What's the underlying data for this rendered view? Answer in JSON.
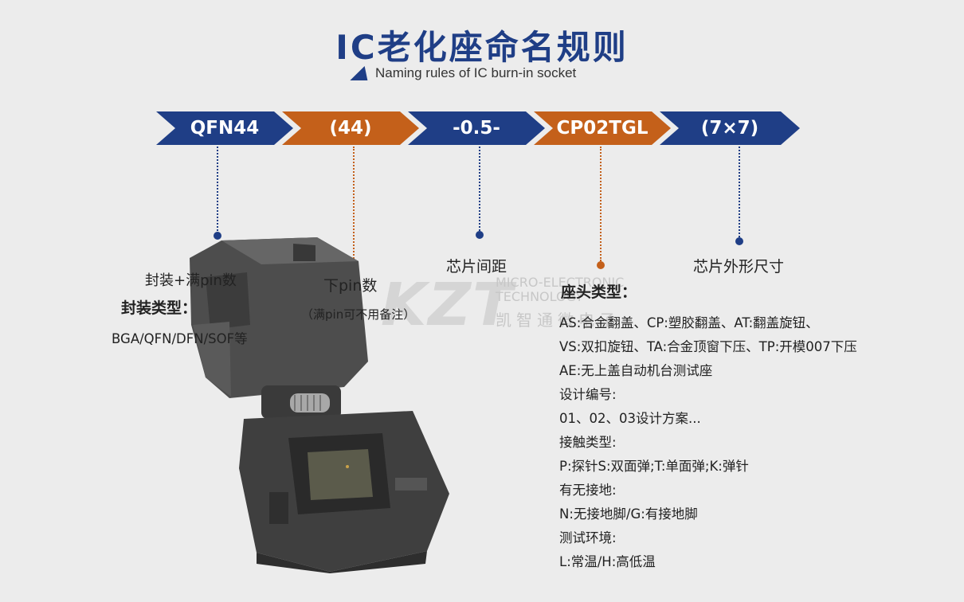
{
  "header": {
    "title": "IC老化座命名规则",
    "subtitle": "Naming rules of IC burn-in socket"
  },
  "segments": [
    {
      "text": "QFN44",
      "color": "#1f3e86"
    },
    {
      "text": "(44)",
      "color": "#c4601a"
    },
    {
      "text": "-0.5-",
      "color": "#1f3e86"
    },
    {
      "text": "CP02TGL",
      "color": "#c4601a"
    },
    {
      "text": "(7×7)",
      "color": "#1f3e86"
    }
  ],
  "labels": {
    "package_pin": "封装+满pin数",
    "package_type": "封装类型：",
    "package_examples": "BGA/QFN/DFN/SOF等",
    "pin_count": "下pin数",
    "pin_note": "（满pin可不用备注）",
    "pitch": "芯片间距",
    "chip_size": "芯片外形尺寸",
    "head_type": "座头类型："
  },
  "watermark": {
    "logo": "KZT",
    "line1": "MICRO-ELECTRONIC",
    "line2": "TECHNOLOGY",
    "line3": "凯智通微电子"
  },
  "rules": [
    "AS:合金翻盖、CP:塑胶翻盖、AT:翻盖旋钮、",
    "VS:双扣旋钮、TA:合金顶窗下压、TP:开模007下压",
    "AE:无上盖自动机台测试座",
    "设计编号:",
    "01、02、03设计方案...",
    "接触类型:",
    "P:探针S:双面弹;T:单面弹;K:弹针",
    "有无接地:",
    "N:无接地脚/G:有接地脚",
    "测试环境:",
    "L:常温/H:高低温"
  ],
  "colors": {
    "navy": "#1f3e86",
    "orange": "#c4601a"
  }
}
